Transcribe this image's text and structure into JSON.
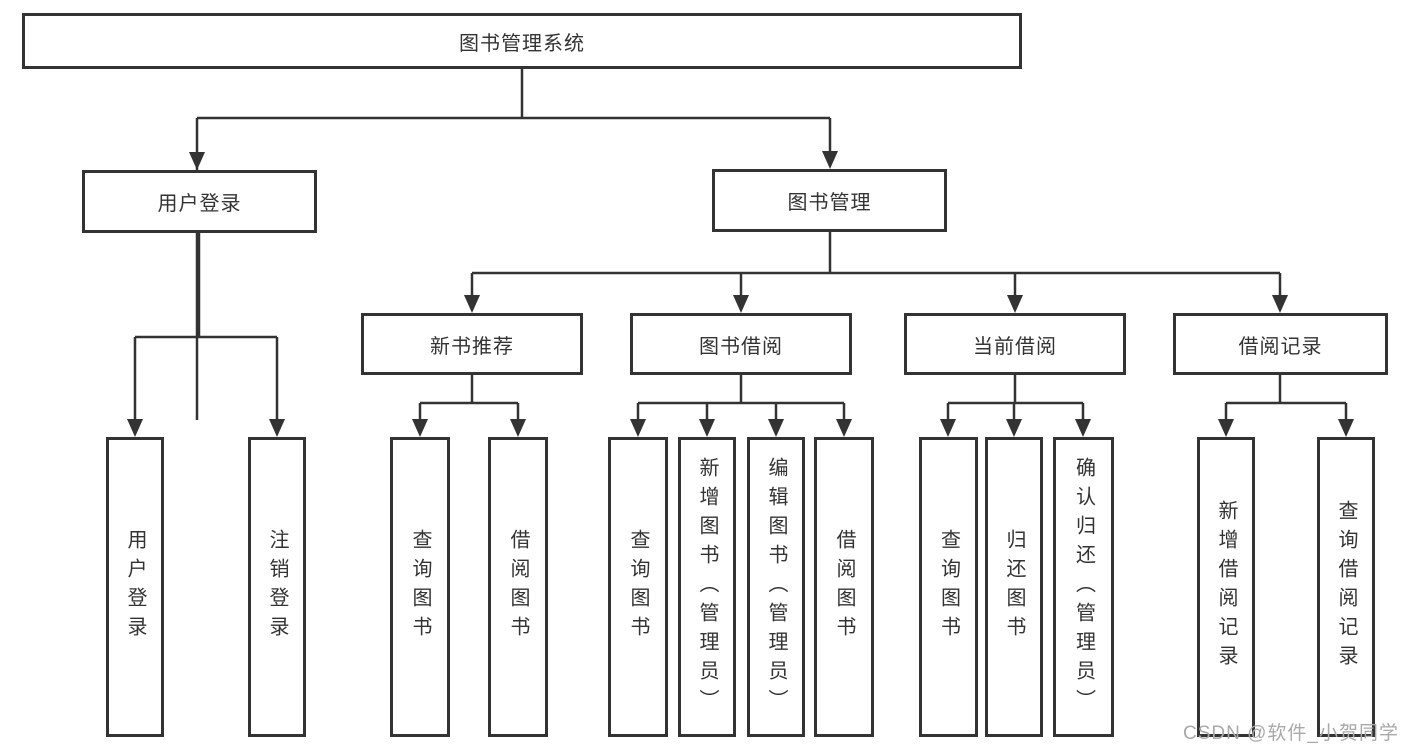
{
  "diagram": {
    "colors": {
      "line": "#333333",
      "text": "#333333",
      "background": "#ffffff",
      "watermark": "#a9a9a9"
    },
    "tree": {
      "root": {
        "label": "图书管理系统"
      },
      "branches": [
        {
          "label": "用户登录",
          "children": [
            {
              "label": "用户登录"
            },
            {
              "label": "注销登录"
            }
          ]
        },
        {
          "label": "图书管理",
          "children": [
            {
              "label": "新书推荐",
              "children": [
                {
                  "label": "查询图书"
                },
                {
                  "label": "借阅图书"
                }
              ]
            },
            {
              "label": "图书借阅",
              "children": [
                {
                  "label": "查询图书"
                },
                {
                  "label": "新增图书（管理员）"
                },
                {
                  "label": "编辑图书（管理员）"
                },
                {
                  "label": "借阅图书"
                }
              ]
            },
            {
              "label": "当前借阅",
              "children": [
                {
                  "label": "查询图书"
                },
                {
                  "label": "归还图书"
                },
                {
                  "label": "确认归还（管理员）"
                }
              ]
            },
            {
              "label": "借阅记录",
              "children": [
                {
                  "label": "新增借阅记录"
                },
                {
                  "label": "查询借阅记录"
                }
              ]
            }
          ]
        }
      ]
    },
    "watermark": {
      "text": "CSDN @软件_小贺同学"
    }
  }
}
